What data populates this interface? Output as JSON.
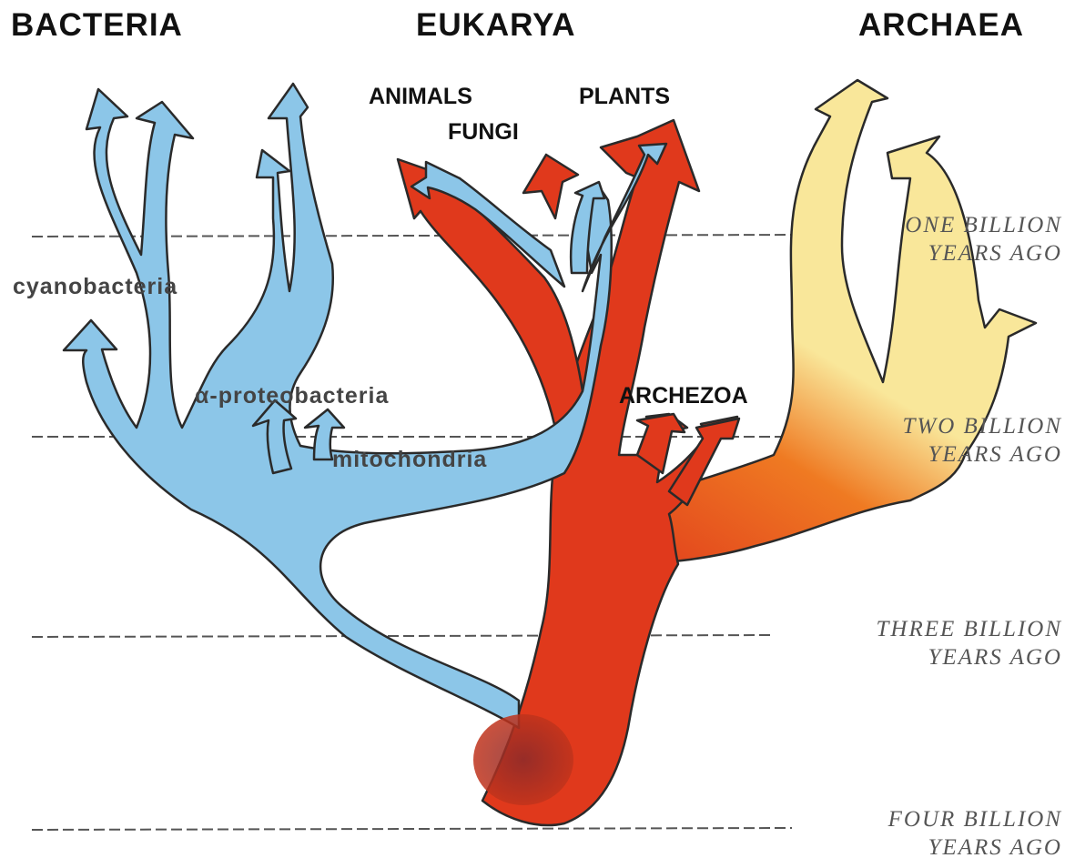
{
  "domains": {
    "bacteria": "BACTERIA",
    "eukarya": "EUKARYA",
    "archaea": "ARCHAEA"
  },
  "clades": {
    "animals": "ANIMALS",
    "fungi": "FUNGI",
    "plants": "PLANTS",
    "archezoa": "ARCHEZOA"
  },
  "groups": {
    "cyanobacteria": "cyanobacteria",
    "alpha_proteobacteria": "α-proteobacteria",
    "mitochondria": "mitochondria"
  },
  "timeline": [
    {
      "line1": "ONE   BILLION",
      "line2": "YEARS AGO"
    },
    {
      "line1": "TWO   BILLION",
      "line2": "YEARS   AGO"
    },
    {
      "line1": "THREE   BILLION",
      "line2": "YEARS AGO"
    },
    {
      "line1": "FOUR   BILLION",
      "line2": "YEARS AGO"
    }
  ],
  "colors": {
    "bacteria": "#8cc6e8",
    "eukarya": "#e0391c",
    "archaea": "#f9e79a",
    "outline": "#2a2a2a",
    "timeline_rule": "#555555"
  }
}
